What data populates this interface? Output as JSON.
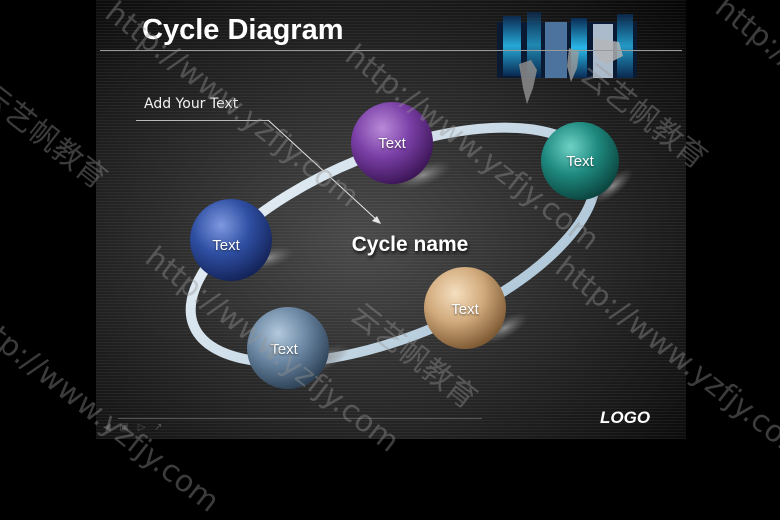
{
  "title": "Cycle Diagram",
  "callout": "Add Your Text",
  "center": "Cycle name",
  "nodes": [
    {
      "label": "Text",
      "color": "purple"
    },
    {
      "label": "Text",
      "color": "teal"
    },
    {
      "label": "Text",
      "color": "blue"
    },
    {
      "label": "Text",
      "color": "tan"
    },
    {
      "label": "Text",
      "color": "steel-blue"
    }
  ],
  "logo": "LOGO",
  "watermark": {
    "url": "http://www.yzfjy.com",
    "cjk": "云艺帆教育"
  },
  "colors": {
    "background": "#000000",
    "ring": "#c9dbe8",
    "text": "#ffffff"
  }
}
